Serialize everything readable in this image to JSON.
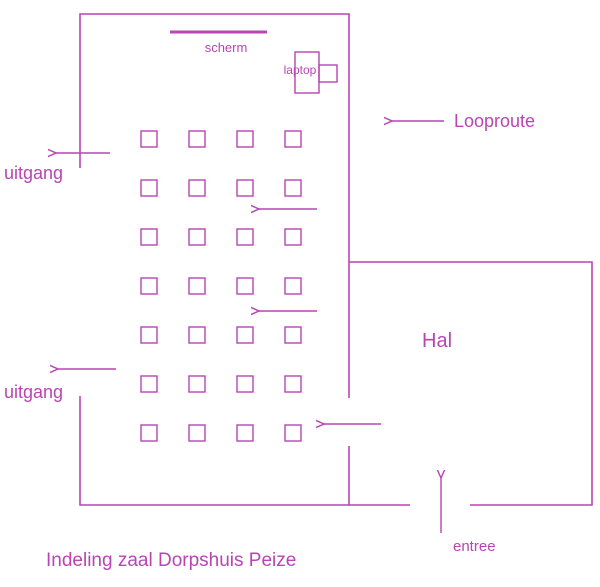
{
  "labels": {
    "screen": "scherm",
    "laptop": "laptop",
    "route": "Looproute",
    "exit_top": "uitgang",
    "exit_bottom": "uitgang",
    "hall": "Hal",
    "entrance": "entree",
    "caption": "Indeling zaal Dorpshuis Peize"
  },
  "seating": {
    "rows": 7,
    "columns": 4
  },
  "colors": {
    "line": "#b845b3",
    "text": "#b845b3"
  }
}
